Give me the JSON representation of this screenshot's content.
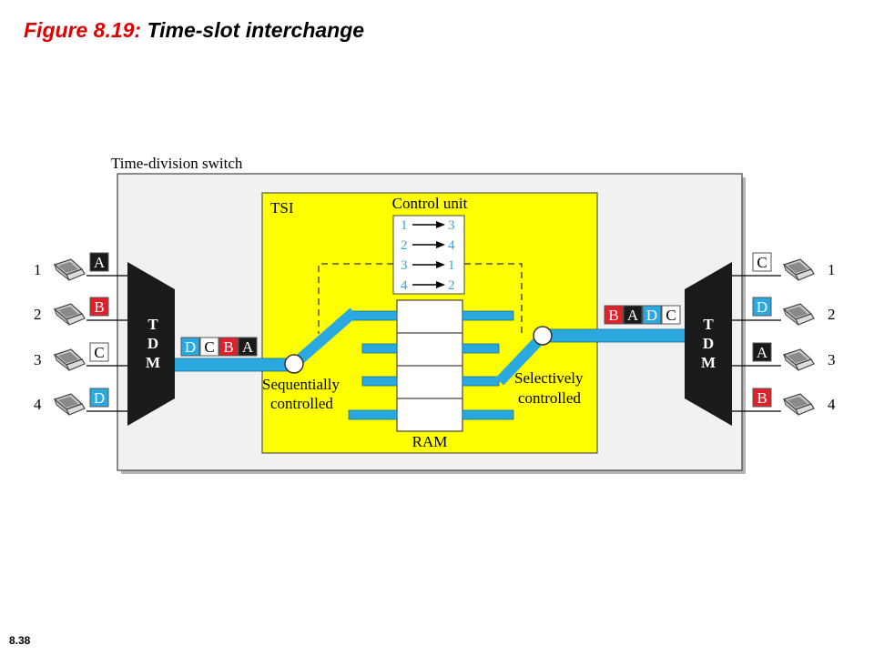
{
  "title": {
    "figure": "Figure 8.19:",
    "caption": "Time-slot interchange"
  },
  "slide_number": "8.38",
  "switch_label": "Time-division switch",
  "tsi_label": "TSI",
  "control_unit": {
    "label": "Control unit",
    "mappings": [
      {
        "from": "1",
        "to": "3"
      },
      {
        "from": "2",
        "to": "4"
      },
      {
        "from": "3",
        "to": "1"
      },
      {
        "from": "4",
        "to": "2"
      }
    ]
  },
  "ram_label": "RAM",
  "sequential_label": [
    "Sequentially",
    "controlled"
  ],
  "selective_label": [
    "Selectively",
    "controlled"
  ],
  "tdm_letters": [
    "T",
    "D",
    "M"
  ],
  "left_inputs": [
    {
      "num": "1",
      "slot": "A"
    },
    {
      "num": "2",
      "slot": "B"
    },
    {
      "num": "3",
      "slot": "C"
    },
    {
      "num": "4",
      "slot": "D"
    }
  ],
  "right_outputs": [
    {
      "num": "1",
      "slot": "C"
    },
    {
      "num": "2",
      "slot": "D"
    },
    {
      "num": "3",
      "slot": "A"
    },
    {
      "num": "4",
      "slot": "B"
    }
  ],
  "left_frame": [
    "D",
    "C",
    "B",
    "A"
  ],
  "right_frame": [
    "B",
    "A",
    "D",
    "C"
  ],
  "slot_colors": {
    "A": "#1a1a1a",
    "B": "#e0202a",
    "C": "#ffffff",
    "D": "#29a9e0"
  },
  "slot_text_colors": {
    "A": "#ffffff",
    "B": "#ffffff",
    "C": "#000000",
    "D": "#ffffff"
  },
  "colors": {
    "tsi": "#ffff00",
    "bus": "#29a9e0",
    "switch_bg": "#f1f1f1"
  }
}
